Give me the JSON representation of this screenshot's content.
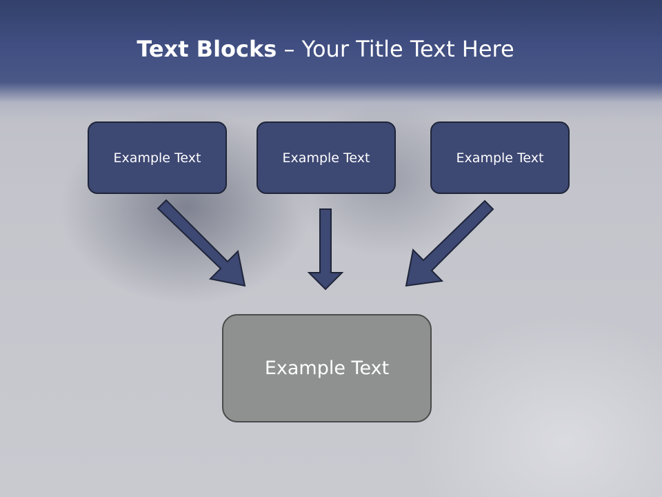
{
  "header": {
    "title_bold": "Text Blocks",
    "title_separator": " – ",
    "title_rest": "Your Title Text Here"
  },
  "blocks": {
    "top": [
      "Example Text",
      "Example Text",
      "Example Text"
    ],
    "bottom": "Example Text"
  },
  "colors": {
    "header": "#3f4d80",
    "top_box": "#3d4873",
    "bottom_box": "#8f9090",
    "arrow": "#3d4873"
  }
}
